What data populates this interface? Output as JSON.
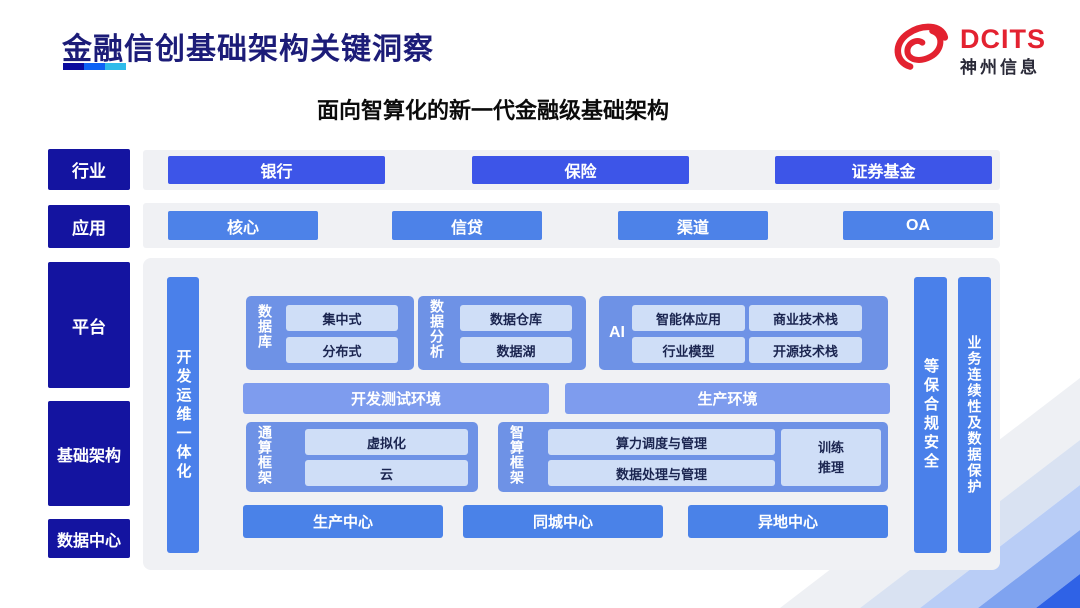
{
  "colors": {
    "title_navy": "#1c1c78",
    "side_label_navy": "#1414a0",
    "industry_button_blue": "#3d55e8",
    "application_button_blue": "#4d82e8",
    "group_panel_blue": "#6e92e6",
    "chip_light_blue": "#cfdef7",
    "environment_blue": "#7e9cee",
    "pillar_blue": "#4a80ea",
    "panel_gray": "#f0f1f4",
    "logo_red": "#e32230",
    "underline_segments": [
      "#0a0a9e",
      "#0d62f5",
      "#2ebbea"
    ]
  },
  "header": {
    "title": "金融信创基础架构关键洞察",
    "logo_brand": "DCITS",
    "logo_company": "神州信息"
  },
  "diagram": {
    "subtitle": "面向智算化的新一代金融级基础架构",
    "side_labels": [
      "行业",
      "应用",
      "平台",
      "基础架构",
      "数据中心"
    ],
    "industry": {
      "items": [
        "银行",
        "保险",
        "证券基金"
      ]
    },
    "application": {
      "items": [
        "核心",
        "信贷",
        "渠道",
        "OA"
      ]
    },
    "devops_bar": "开发运维一体化",
    "security_bar": "等保合规安全",
    "continuity_bar": "业务连续性及数据保护",
    "database_group": {
      "label": "数据库",
      "items": [
        "集中式",
        "分布式"
      ]
    },
    "analytics_group": {
      "label": "数据分析",
      "items": [
        "数据仓库",
        "数据湖"
      ]
    },
    "ai_group": {
      "label": "AI",
      "items": [
        "智能体应用",
        "商业技术栈",
        "行业模型",
        "开源技术栈"
      ]
    },
    "environments": [
      "开发测试环境",
      "生产环境"
    ],
    "general_group": {
      "label": "通算框架",
      "items": [
        "虚拟化",
        "云"
      ]
    },
    "intelligent_group": {
      "label": "智算框架",
      "items": [
        "算力调度与管理",
        "数据处理与管理"
      ],
      "side_item": "训练推理"
    },
    "centers": [
      "生产中心",
      "同城中心",
      "异地中心"
    ]
  }
}
